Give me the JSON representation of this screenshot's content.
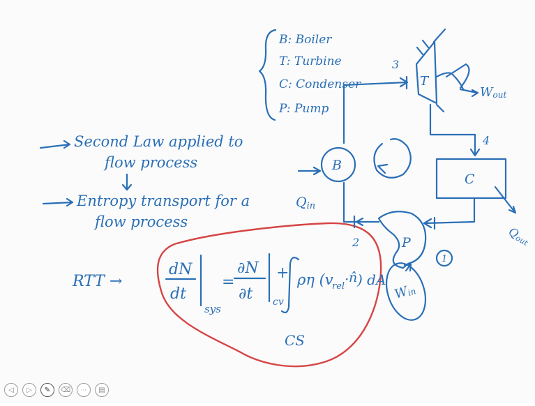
{
  "legend": {
    "items": [
      "B: Boiler",
      "T: Turbine",
      "C: Condenser",
      "P: Pump"
    ]
  },
  "notes": {
    "note1_line1": "Second Law applied to",
    "note1_line2": "flow process",
    "note2_line1": "Entropy transport for a",
    "note2_line2": "flow process",
    "rtt": "RTT →"
  },
  "equation": {
    "lhs_num": "dN",
    "lhs_den": "dt",
    "lhs_sub": "sys",
    "eq": "=",
    "rhs_num": "∂N",
    "rhs_den": "∂t",
    "rhs_sub": "cv",
    "plus": "+",
    "integrand": "ρη (v",
    "rel": "rel",
    "dot": "·",
    "n_hat": "n̂",
    "close": ") dA",
    "cs": "CS"
  },
  "cycle": {
    "boiler": "B",
    "turbine": "T",
    "condenser": "C",
    "pump": "P",
    "state2": "2",
    "state3": "3",
    "state4": "4",
    "state1": "1",
    "q_in": "Q",
    "q_in_sub": "in",
    "q_out": "Q",
    "q_out_sub": "out",
    "w_out": "W",
    "w_out_sub": "out",
    "w_in": "W",
    "w_in_sub": "in"
  },
  "toolbar": {
    "buttons": [
      "back-icon",
      "forward-icon",
      "pen-icon",
      "eraser-icon",
      "more-icon",
      "page-icon"
    ],
    "glyphs": [
      "◁",
      "▷",
      "✎",
      "⌫",
      "···",
      "▤"
    ]
  },
  "colors": {
    "ink": "#2a6fb6",
    "highlight": "#d64545",
    "background": "#fbfbfb"
  }
}
